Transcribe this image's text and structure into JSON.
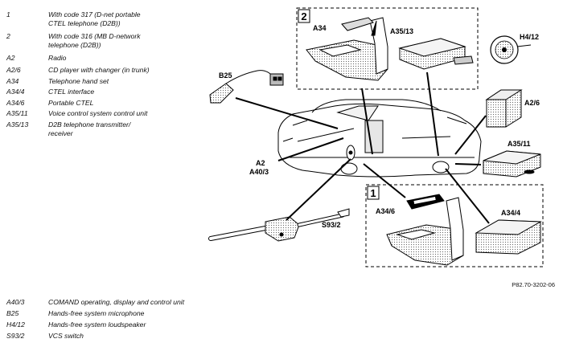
{
  "legend_top": [
    {
      "code": "1",
      "text": [
        "With code 317 (D-net portable",
        "CTEL telephone (D2B))"
      ]
    },
    {
      "code": "2",
      "text": [
        "With code 316 (MB D-network",
        "telephone (D2B))"
      ]
    },
    {
      "code": "A2",
      "text": [
        "Radio"
      ]
    },
    {
      "code": "A2/6",
      "text": [
        "CD player with changer (in trunk)"
      ]
    },
    {
      "code": "A34",
      "text": [
        "Telephone hand set"
      ]
    },
    {
      "code": "A34/4",
      "text": [
        "CTEL interface"
      ]
    },
    {
      "code": "A34/6",
      "text": [
        "Portable CTEL"
      ]
    },
    {
      "code": "A35/11",
      "text": [
        "Voice control system control unit"
      ]
    },
    {
      "code": "A35/13",
      "text": [
        "D2B telephone transmitter/",
        "receiver"
      ]
    }
  ],
  "legend_bottom": [
    {
      "code": "A40/3",
      "text": "COMAND operating, display and control unit"
    },
    {
      "code": "B25",
      "text": "Hands-free system microphone"
    },
    {
      "code": "H4/12",
      "text": "Hands-free system loudspeaker"
    },
    {
      "code": "S93/2",
      "text": "VCS switch"
    }
  ],
  "diagram_labels": {
    "box1_number": "1",
    "box2_number": "2",
    "a34": "A34",
    "a35_13": "A35/13",
    "h4_12": "H4/12",
    "b25": "B25",
    "a2_6": "A2/6",
    "a35_11": "A35/11",
    "a2": "A2",
    "a40_3": "A40/3",
    "a34_6": "A34/6",
    "a34_4": "A34/4",
    "s93_2": "S93/2"
  },
  "reference": "P82.70-3202-06"
}
